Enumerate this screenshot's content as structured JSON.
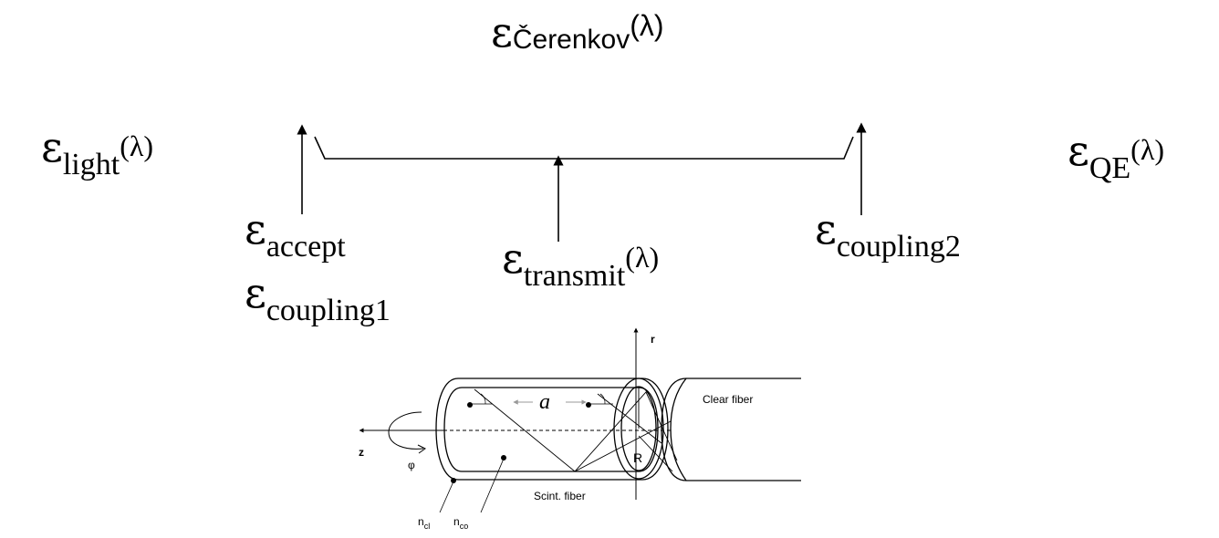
{
  "top_label": {
    "symbol": "ε",
    "subscript": "Čerenkov",
    "lambda": "(λ)"
  },
  "light_label": {
    "symbol": "ε",
    "subscript": "light",
    "lambda": "(λ)"
  },
  "qe_label": {
    "symbol": "ε",
    "subscript": "QE",
    "lambda": "(λ)"
  },
  "accept_label": {
    "symbol": "ε",
    "subscript": "accept"
  },
  "coupling1_label": {
    "symbol": "ε",
    "subscript": "coupling1"
  },
  "transmit_label": {
    "symbol": "ε",
    "subscript": "transmit",
    "lambda": "(λ)"
  },
  "coupling2_label": {
    "symbol": "ε",
    "subscript": "coupling2"
  },
  "fiber": {
    "axis_r": "r",
    "axis_z": "z",
    "phi": "φ",
    "distance": "a",
    "radius": "R",
    "clear_fiber": "Clear fiber",
    "scint_fiber": "Scint. fiber",
    "n_cladding_main": "n",
    "n_cladding_sub": "cl",
    "n_core_main": "n",
    "n_core_sub": "co"
  }
}
